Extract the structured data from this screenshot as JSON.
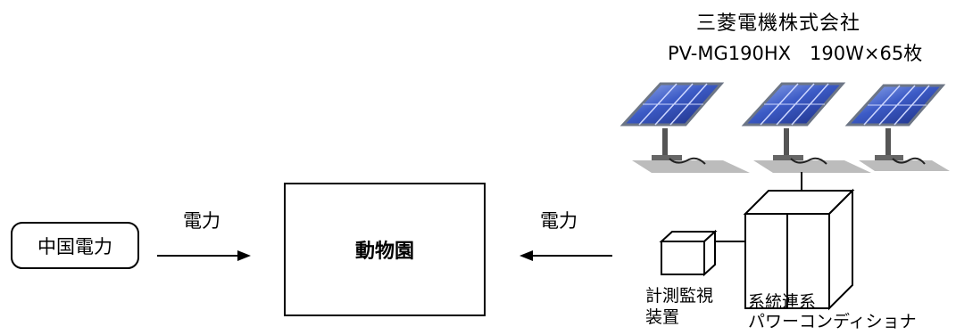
{
  "solar": {
    "maker": "三菱電機株式会社",
    "model": "PV-MG190HX　190W×65枚"
  },
  "flows": {
    "left_label": "電力",
    "right_label": "電力"
  },
  "nodes": {
    "chugoku": "中国電力",
    "zoo": "動物園",
    "monitor": "計測監視装置",
    "pcs_line1": "系統連系",
    "pcs_line2": "パワーコンディショナ"
  },
  "colors": {
    "panel_dark": "#1d2f86",
    "panel_light": "#6f8fe0",
    "panel_frame": "#7e8797",
    "shadow": "#b9b9b9"
  }
}
